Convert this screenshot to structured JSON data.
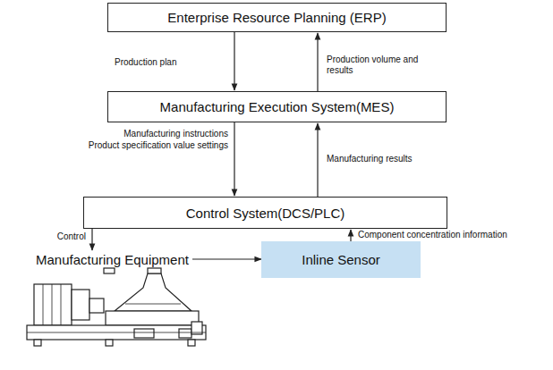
{
  "diagram": {
    "nodes": [
      {
        "text": [
          "Enterprise Resource Planning (ERP)"
        ]
      },
      {
        "text": [
          "Manufacturing Execution System(MES)"
        ]
      },
      {
        "text": [
          "Control System(DCS/PLC)"
        ]
      },
      {
        "text": [
          "Manufacturing Equipment"
        ]
      },
      {
        "text": [
          "Inline Sensor"
        ]
      }
    ],
    "edges": [
      {
        "from": 0,
        "to": 1,
        "arrow": "to",
        "label": "Production plan"
      },
      {
        "from": 1,
        "to": 0,
        "arrow": "to",
        "label": "Production volume and results"
      },
      {
        "from": 1,
        "to": 2,
        "arrow": "to",
        "label": "Manufacturing instructions"
      },
      {
        "from": 2,
        "to": 1,
        "arrow": "to",
        "label": "Manufacturing results"
      },
      {
        "from": 2,
        "to": 3,
        "arrow": "to",
        "label": "Control"
      },
      {
        "from": 3,
        "to": 4,
        "arrow": "to"
      },
      {
        "from": 4,
        "to": 2,
        "arrow": "to",
        "label": "Component concentration information"
      }
    ],
    "labels": [
      "Product specification value settings"
    ]
  }
}
